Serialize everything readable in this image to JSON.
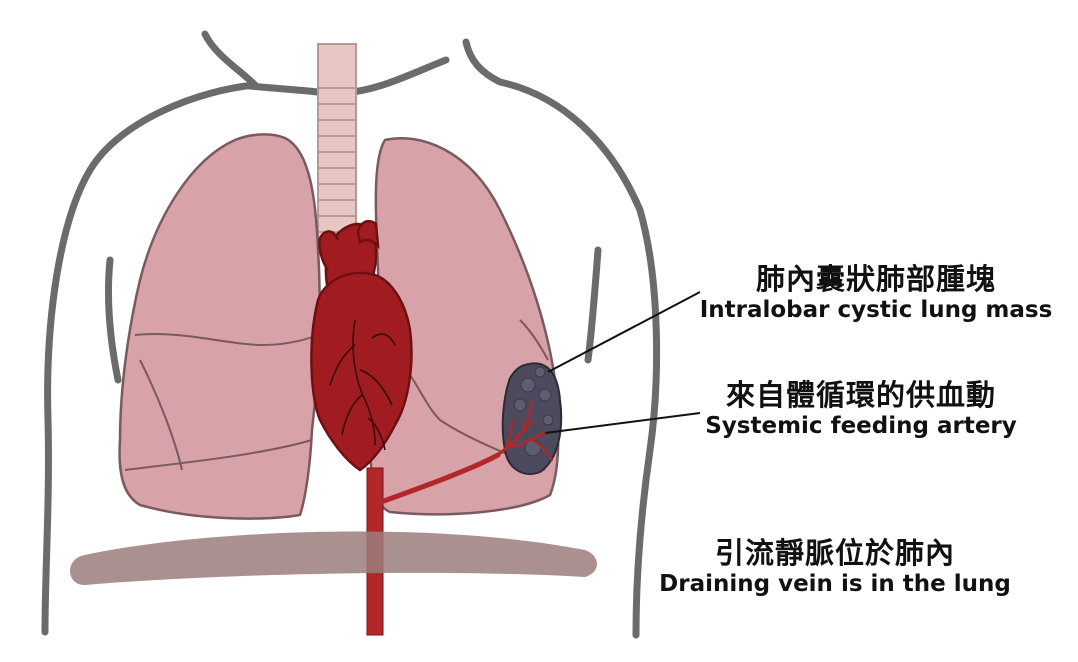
{
  "labels": {
    "mass": {
      "zh": "肺內囊狀肺部腫塊",
      "en": "Intralobar cystic lung mass"
    },
    "artery": {
      "zh": "來自體循環的供血動",
      "en": "Systemic feeding artery"
    },
    "vein": {
      "zh": "引流靜脈位於肺內",
      "en": "Draining vein is in the lung"
    }
  },
  "colors": {
    "body_outline": "#6b6b6b",
    "lung_fill": "#d7a3a8",
    "lung_stroke": "#7a5a5e",
    "trachea_fill": "#e8c6c3",
    "heart_fill": "#a01c20",
    "heart_stroke": "#6e1013",
    "heart_vessels": "#3a0a0c",
    "aorta": "#b3262a",
    "mass_fill": "#4d4a5e",
    "diaphragm": "#9b7e7c",
    "pointer_line": "#111111"
  }
}
